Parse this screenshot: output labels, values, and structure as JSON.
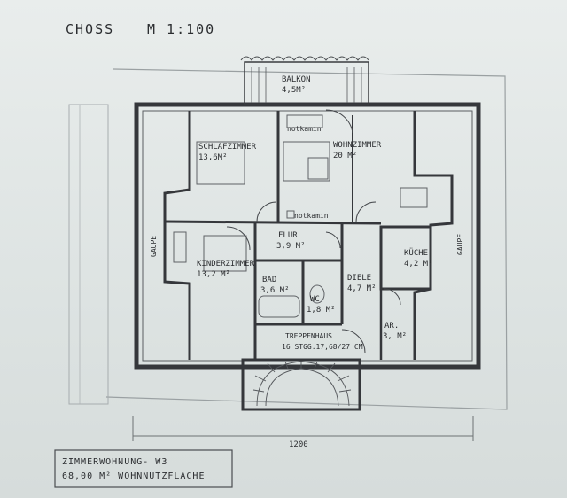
{
  "header": {
    "title": "CHOSS",
    "scale": "M 1:100"
  },
  "rooms": {
    "balkon": {
      "name": "BALKON",
      "area": "4,5M²"
    },
    "schlafzimmer": {
      "name": "SCHLAFZIMMER",
      "area": "13,6M²"
    },
    "wohnzimmer": {
      "name": "WOHNZIMMER",
      "area": "20 M²"
    },
    "flur": {
      "name": "FLUR",
      "area": "3,9 M²"
    },
    "kinderzimmer": {
      "name": "KINDERZIMMER",
      "area": "13,2 M²"
    },
    "bad": {
      "name": "BAD",
      "area": "3,6 M²"
    },
    "wc": {
      "name": "WC",
      "area": "1,8 M²"
    },
    "diele": {
      "name": "DIELE",
      "area": "4,7 M²"
    },
    "kueche": {
      "name": "KÜCHE",
      "area": "4,2 M²"
    },
    "ar": {
      "name": "AR.",
      "area": "3, M²"
    },
    "treppenhaus": {
      "name": "TREPPENHAUS",
      "detail": "16 STGG.17,68/27 CM"
    }
  },
  "labels": {
    "notkamin_top": "notkamin",
    "notkamin_bottom": "notkamin",
    "gaupe_left": "GAUPE",
    "gaupe_right": "GAUPE"
  },
  "dimension": {
    "width": "1200"
  },
  "summary": {
    "line1": "ZIMMERWOHNUNG- W3",
    "line2": "68,00 M² WOHNNUTZFLÄCHE"
  },
  "colors": {
    "paper": "#e4e9e8",
    "ink": "#2b2d30",
    "wall": "#3a3c40"
  }
}
